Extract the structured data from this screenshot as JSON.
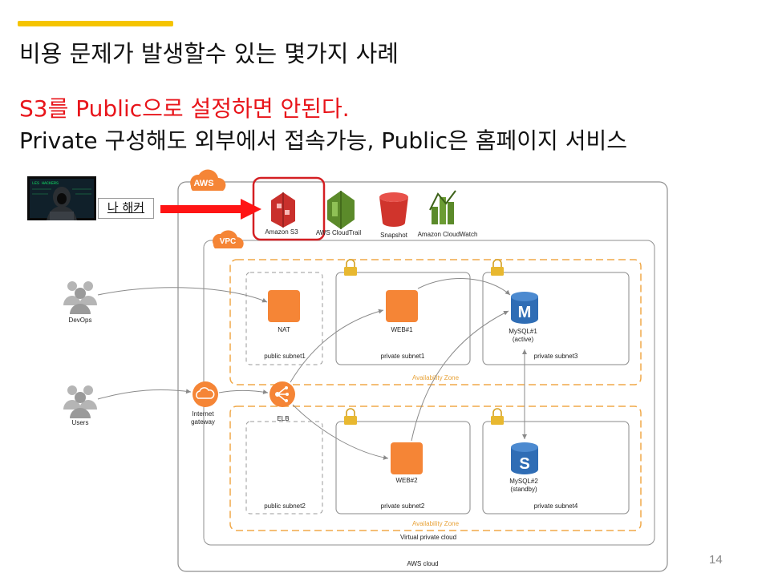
{
  "slide": {
    "title": "비용 문제가 발생할수 있는 몇가지 사례",
    "line1": "S3를 Public으로 설정하면 안된다.",
    "line2": "Private 구성해도 외부에서 접속가능, Public은 홈페이지 서비스",
    "page_number": "14",
    "accent_color": "#f5c400",
    "highlight_color": "#e8151b"
  },
  "hacker": {
    "label": "나 해커",
    "image_text": "LES HACKERS"
  },
  "diagram": {
    "aws_badge": "AWS",
    "vpc_badge": "VPC",
    "aws_cloud_label": "AWS cloud",
    "vpc_label": "Virtual private cloud",
    "az_label_1": "Availability Zone",
    "az_label_2": "Availability Zone",
    "services": [
      {
        "name": "Amazon S3",
        "icon": "s3-icon"
      },
      {
        "name": "AWS CloudTrail",
        "icon": "cloudtrail-icon"
      },
      {
        "name": "Snapshot",
        "icon": "snapshot-bucket-icon"
      },
      {
        "name": "Amazon CloudWatch",
        "icon": "cloudwatch-icon"
      }
    ],
    "actors": {
      "devops": "DevOps",
      "users": "Users",
      "gateway_line1": "Internet",
      "gateway_line2": "gateway",
      "elb": "ELB"
    },
    "subnets": {
      "public1": "public subnet1",
      "private1": "private subnet1",
      "private3": "private subnet3",
      "public2": "public subnet2",
      "private2": "private subnet2",
      "private4": "private subnet4"
    },
    "nodes": {
      "nat": "NAT",
      "web1": "WEB#1",
      "web2": "WEB#2",
      "mysql1_line1": "MySQL#1",
      "mysql1_line2": "(active)",
      "mysql2_line1": "MySQL#2",
      "mysql2_line2": "(standby)",
      "db1_letter": "M",
      "db2_letter": "S"
    }
  }
}
